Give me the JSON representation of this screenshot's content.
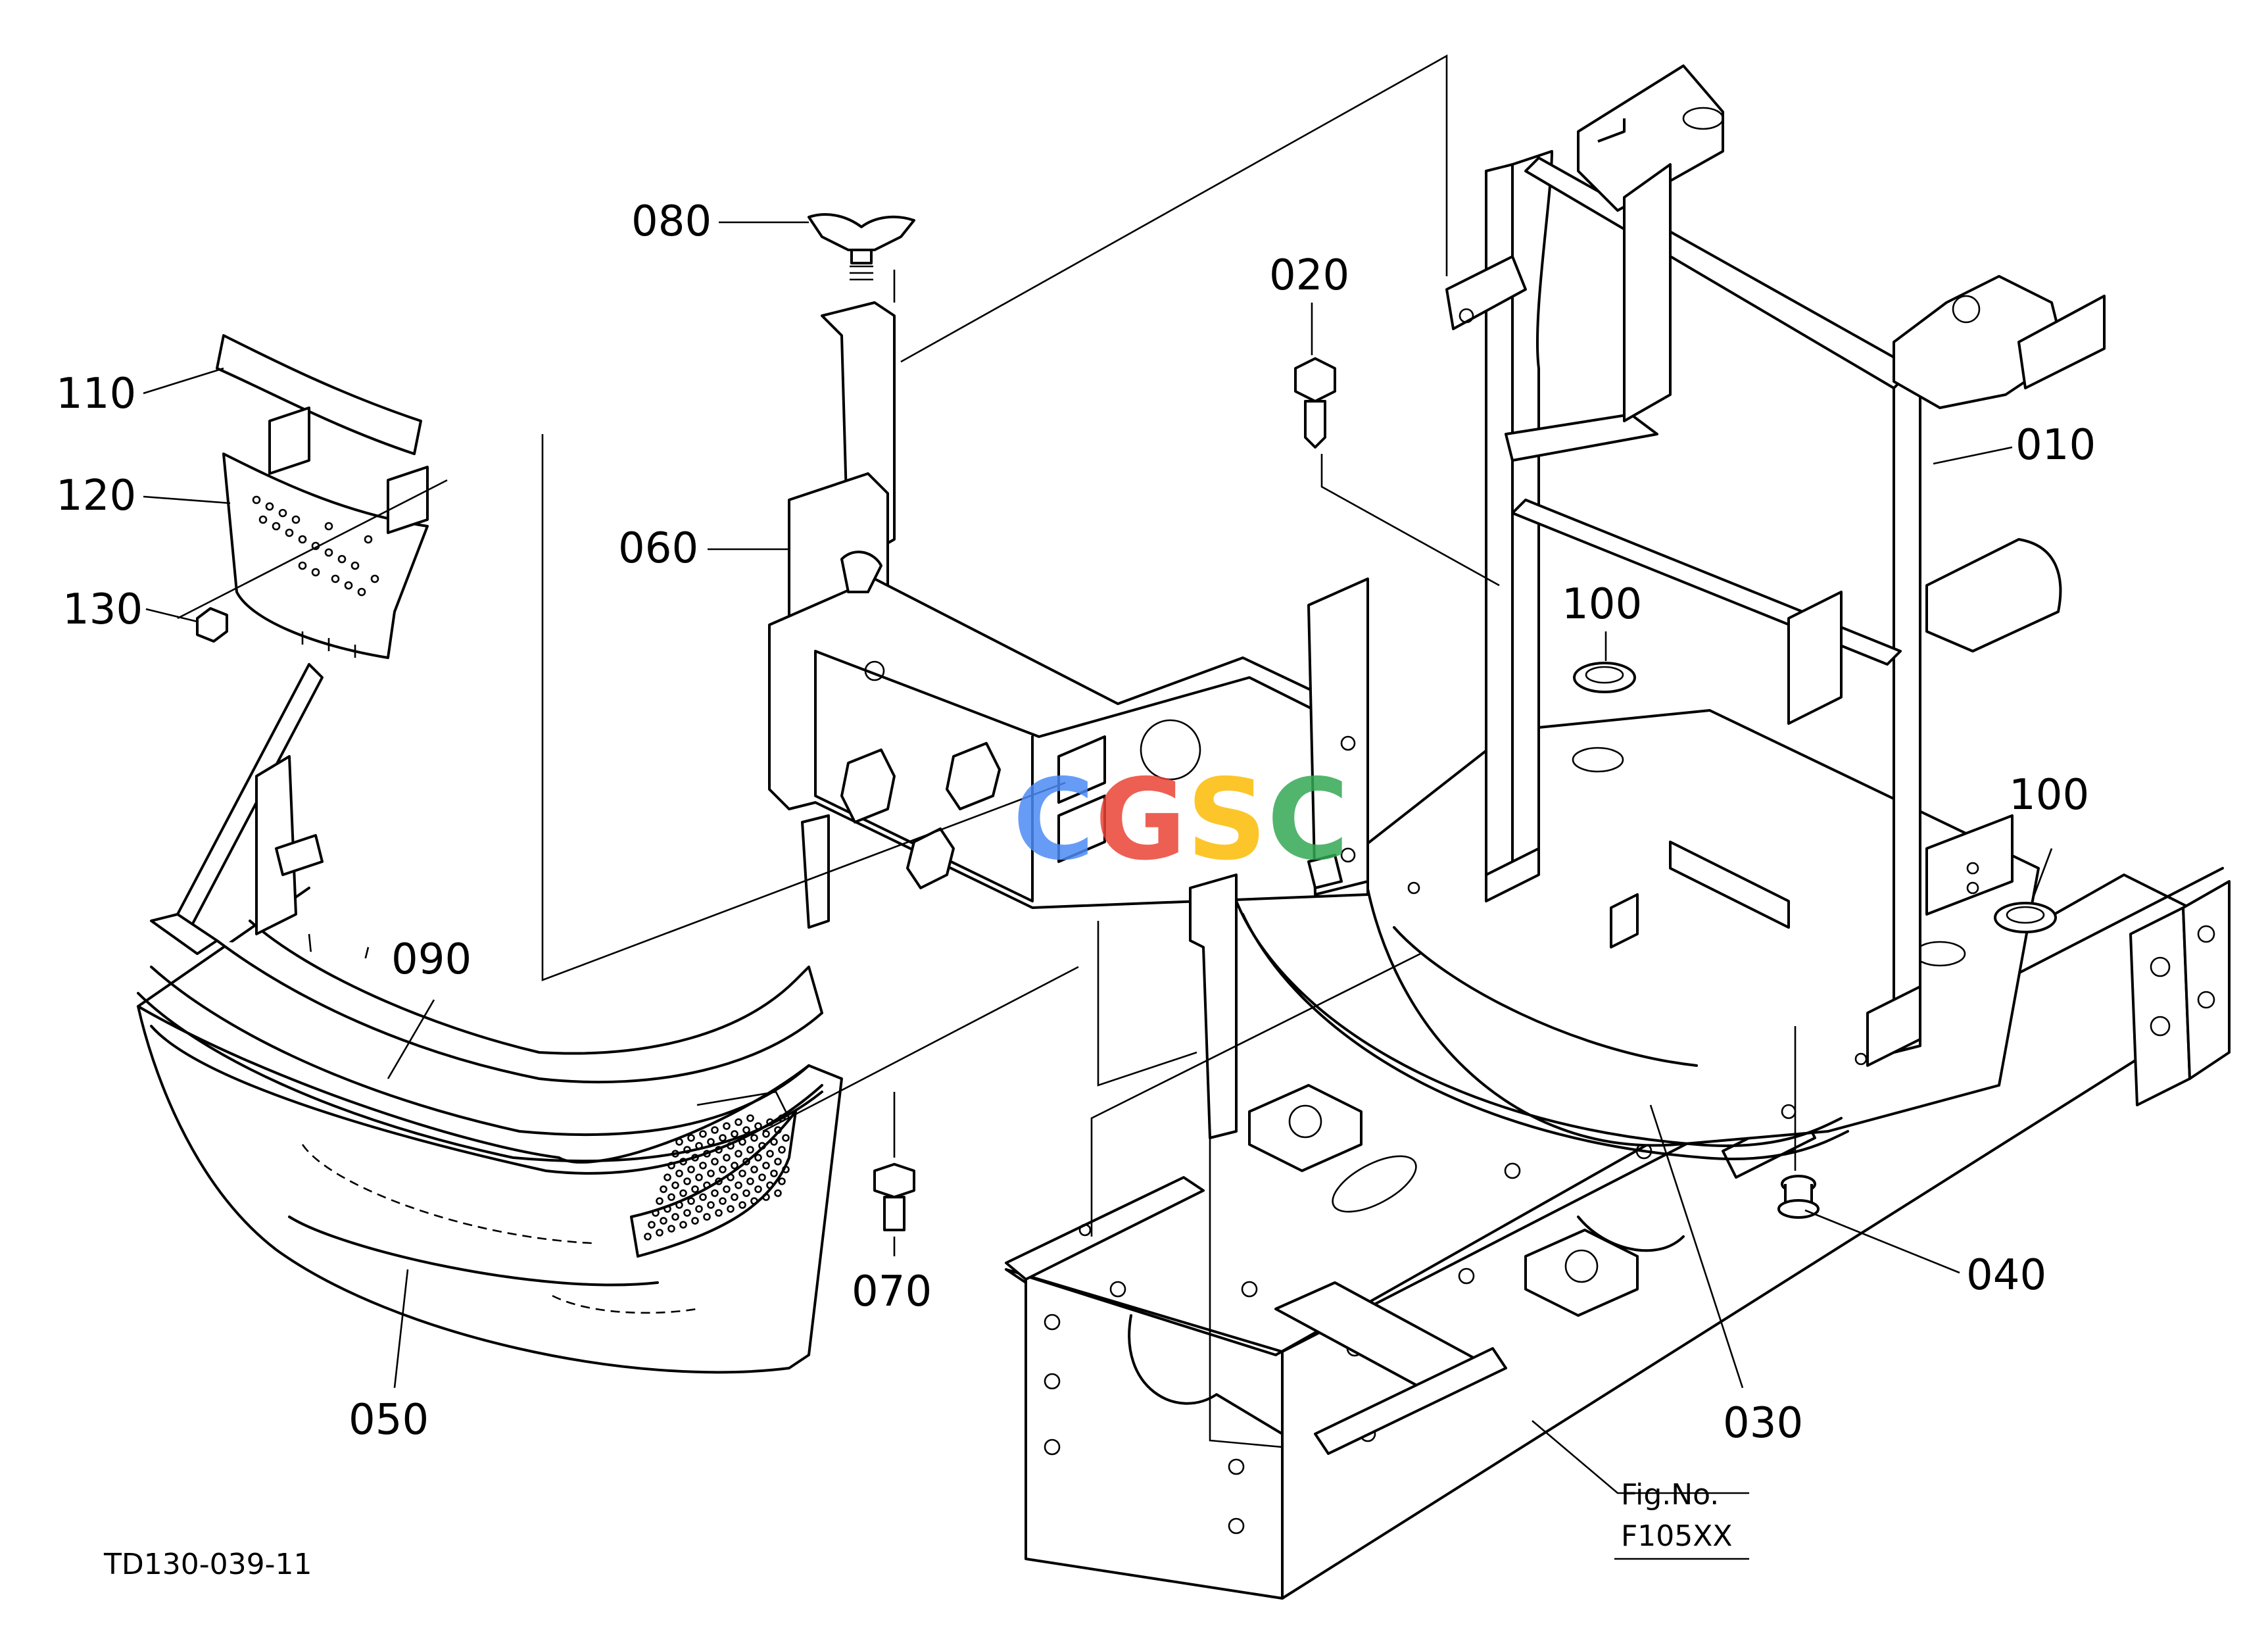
{
  "part_labels": {
    "p010": "010",
    "p020": "020",
    "p030": "030",
    "p040": "040",
    "p050": "050",
    "p060": "060",
    "p070": "070",
    "p080": "080",
    "p090": "090",
    "p100a": "100",
    "p100b": "100",
    "p110": "110",
    "p120": "120",
    "p130": "130"
  },
  "figure_ref": {
    "line1": "Fig.No.",
    "line2": "F105XX"
  },
  "drawing_code": "TD130-039-11",
  "watermark": {
    "text": "CGSC",
    "colors": [
      "#4c8bf5",
      "#ea4335",
      "#fbbc05",
      "#34a853"
    ]
  }
}
